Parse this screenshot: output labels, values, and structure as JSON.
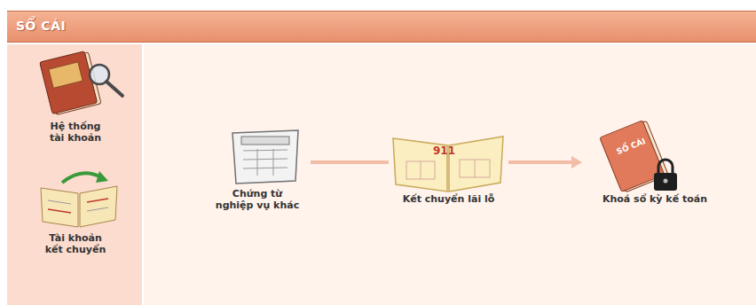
{
  "diagram": {
    "title": "SỔ CÁI",
    "nodes": [
      {
        "text": [
          "Hệ thống tài khoản"
        ]
      },
      {
        "text": [
          "Tài khoản kết chuyển"
        ]
      },
      {
        "text": [
          "Chứng từ nghiệp vụ khác"
        ]
      },
      {
        "text": [
          "Kết chuyển lãi lỗ"
        ]
      },
      {
        "text": [
          "Khoá sổ kỳ kế toán"
        ]
      }
    ],
    "edges": [
      {
        "from": 2,
        "to": 3,
        "arrow": "none"
      },
      {
        "from": 3,
        "to": 4,
        "arrow": "to"
      }
    ],
    "labels": [
      "911",
      "SỔ CÁI"
    ]
  }
}
